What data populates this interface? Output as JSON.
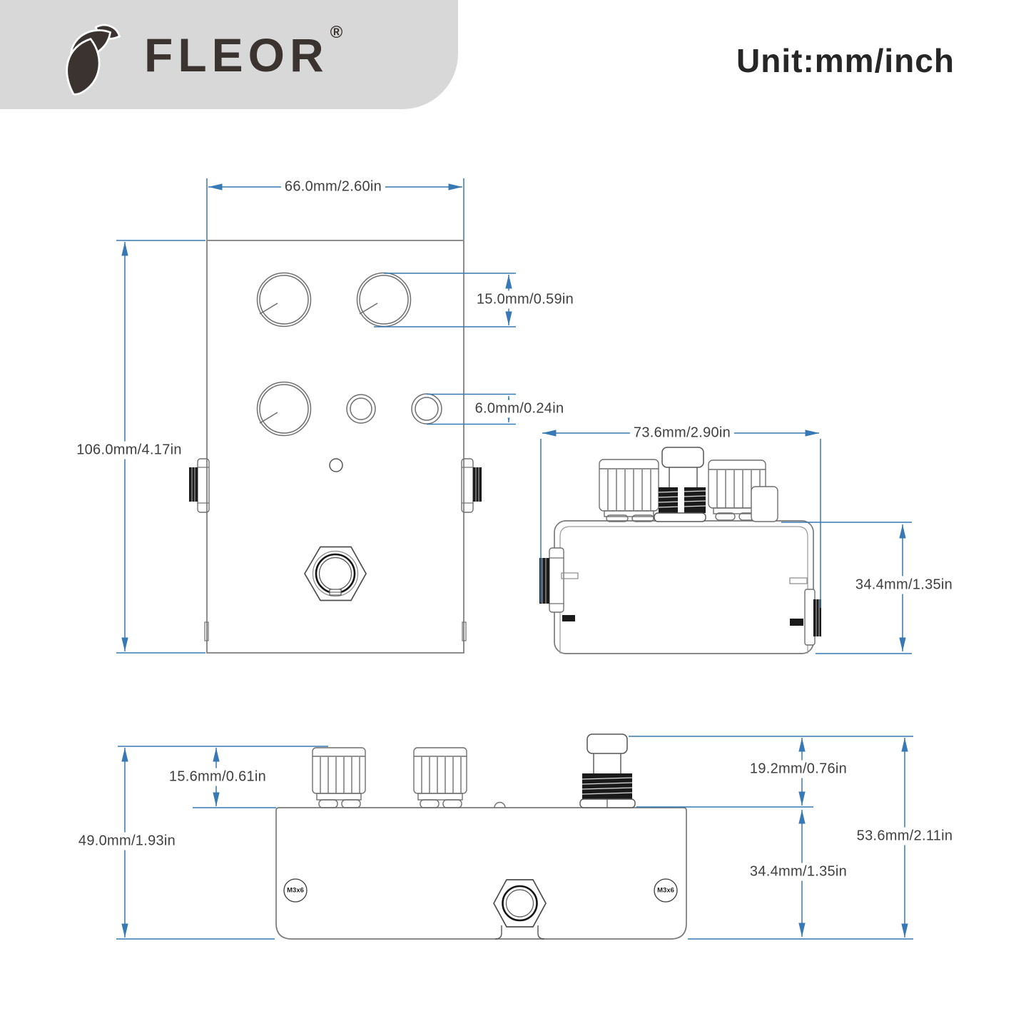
{
  "header": {
    "brand": "FLEOR",
    "registered_mark": "®",
    "unit_label": "Unit:mm/inch"
  },
  "diagram": {
    "type": "product-dimension-drawing",
    "subject": "guitar effect pedal enclosure, three orthographic views",
    "views": [
      "front-view",
      "end-view",
      "side-view"
    ]
  },
  "dimensions": {
    "front_width": "66.0mm/2.60in",
    "front_height": "106.0mm/4.17in",
    "knob_diameter": "15.0mm/0.59in",
    "mini_knob_diameter": "6.0mm/0.24in",
    "end_width": "73.6mm/2.90in",
    "end_body_height": "34.4mm/1.35in",
    "side_knob_height": "15.6mm/0.61in",
    "side_total_height_left": "49.0mm/1.93in",
    "side_switch_height": "19.2mm/0.76in",
    "side_body_height": "34.4mm/1.35in",
    "side_total_height_right": "53.6mm/2.11in",
    "screw_label_left": "M3x6",
    "screw_label_right": "M3x6"
  },
  "colors": {
    "dimension_blue": "#3679b5",
    "outline_gray": "#7a7a7a",
    "detail_gray": "#555555",
    "thread_dark": "#1b1b1b",
    "banner_gray": "#d8d8d8",
    "logo_dark": "#3a3330",
    "label_text": "#3f3f3f"
  },
  "icons": {
    "logo_leaf": "leaf-icon"
  }
}
